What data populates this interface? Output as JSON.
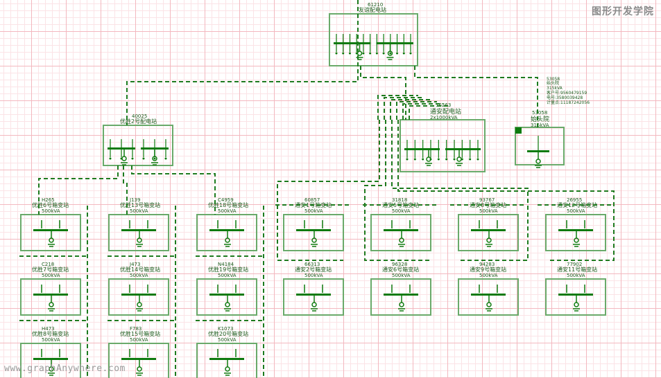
{
  "watermark": {
    "brand": "图形开发学院",
    "url": "www.graphAnywhere.com"
  },
  "colors": {
    "line": "#1e7a1e",
    "box": "#6aaa6a",
    "text": "#1a5a1a",
    "bar": "#0e7a0e"
  },
  "root": {
    "id": "61210",
    "name": "友谊配电站"
  },
  "ssA": {
    "id": "40025",
    "name": "优胜2号配电站"
  },
  "ssB": {
    "id": "16263",
    "name": "通安配电站",
    "cap": "2x1000kVA"
  },
  "ssC": {
    "id": "53058",
    "name": "始头院",
    "cap": "315kVA"
  },
  "ssC_info": {
    "id": "53058",
    "name": "始头院",
    "cap": "315kVA",
    "l1": "客户号:9560479159",
    "l2": "电号:3580039428",
    "l3": "计量点:11187242056"
  },
  "units": [
    {
      "id": "H265",
      "name": "优胜6号箱变站",
      "cap": "500kVA"
    },
    {
      "id": "J139",
      "name": "优胜13号箱变站",
      "cap": "500kVA"
    },
    {
      "id": "C4959",
      "name": "优胜18号箱变站",
      "cap": "500kVA"
    },
    {
      "id": "60857",
      "name": "通安1号箱变站",
      "cap": "500kVA"
    },
    {
      "id": "31818",
      "name": "通安5号箱变站",
      "cap": "500kVA"
    },
    {
      "id": "93767",
      "name": "通安8号箱变站",
      "cap": "500kVA"
    },
    {
      "id": "26955",
      "name": "通安12号箱变站",
      "cap": "500kVA"
    },
    {
      "id": "C218",
      "name": "优胜7号箱变站",
      "cap": "500kVA"
    },
    {
      "id": "J473",
      "name": "优胜14号箱变站",
      "cap": "500kVA"
    },
    {
      "id": "N4184",
      "name": "优胜19号箱变站",
      "cap": "500kVA"
    },
    {
      "id": "66313",
      "name": "通安2号箱变站",
      "cap": "500kVA"
    },
    {
      "id": "96328",
      "name": "通安6号箱变站",
      "cap": "500kVA"
    },
    {
      "id": "94283",
      "name": "通安9号箱变站",
      "cap": "500kVA"
    },
    {
      "id": "77902",
      "name": "通安11号箱变站",
      "cap": "500kVA"
    },
    {
      "id": "H473",
      "name": "优胜8号箱变站",
      "cap": "500kVA"
    },
    {
      "id": "F783",
      "name": "优胜15号箱变站",
      "cap": "500kVA"
    },
    {
      "id": "K1073",
      "name": "优胜20号箱变站",
      "cap": "500kVA"
    }
  ]
}
